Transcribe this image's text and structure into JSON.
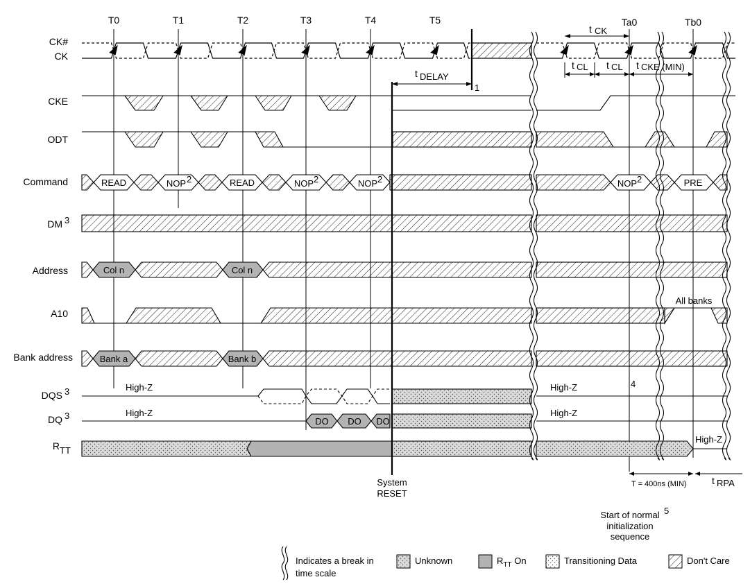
{
  "clock_labels": [
    "T0",
    "T1",
    "T2",
    "T3",
    "T4",
    "T5",
    "Ta0",
    "Tb0"
  ],
  "signals": {
    "ck_n": "CK#",
    "ck": "CK",
    "cke": "CKE",
    "odt": "ODT",
    "command": "Command",
    "dm": "DM",
    "dm_sup": "3",
    "address": "Address",
    "a10": "A10",
    "bank_address": "Bank address",
    "dqs": "DQS",
    "dqs_sup": "3",
    "dq": "DQ",
    "dq_sup": "3",
    "rtt": "R",
    "rtt_sub": "TT"
  },
  "timing": {
    "tck": "CK",
    "tcl": "CL",
    "tcke_main": "CKE",
    "tcke_rest": " (MIN)",
    "tdelay": "DELAY",
    "tdelay_note": "1",
    "trpa": "RPA",
    "prefix": "t",
    "t400": "T = 400ns (MIN)",
    "note4": "4"
  },
  "command_cells": {
    "read": "READ",
    "nop": "NOP",
    "nop_sup": "2",
    "pre": "PRE"
  },
  "address_cells": {
    "col_n": "Col n",
    "bank_a": "Bank a",
    "bank_b": "Bank b",
    "all_banks": "All banks"
  },
  "data_cells": {
    "do": "DO",
    "high_z": "High-Z"
  },
  "annotations": {
    "system": "System",
    "reset": "RESET",
    "start_line1": "Start of normal",
    "start_sup": "5",
    "start_line2": "initialization",
    "start_line3": "sequence"
  },
  "legend": {
    "break": "Indicates a break in",
    "break2": "time scale",
    "unknown": "Unknown",
    "rtt_on_r": "R",
    "rtt_on_sub": "TT",
    "rtt_on_rest": " On",
    "transitioning": "Transitioning Data",
    "dont_care": "Don't Care"
  },
  "colors": {
    "unknown_fill": "#d9d9d9",
    "rtt_on_fill": "#b3b3b3",
    "line": "#000000"
  }
}
